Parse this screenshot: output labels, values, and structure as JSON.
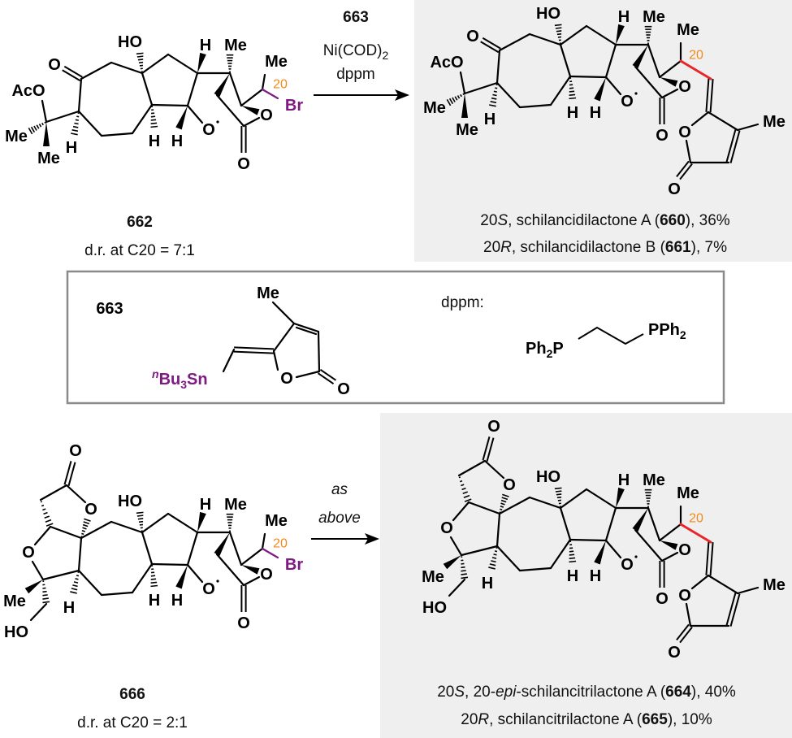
{
  "colors": {
    "panel": "#efefef",
    "bromine": "#7e1a84",
    "tin": "#7e1a84",
    "c20_label": "#f28a1a",
    "new_bond": "#e8262a",
    "box_border": "#8a8a8a"
  },
  "reaction1": {
    "compound": "663",
    "catalyst_main": "Ni(COD)",
    "catalyst_sub": "2",
    "ligand": "dppm"
  },
  "reaction2": {
    "line1": "as",
    "line2": "above"
  },
  "core_atoms": [
    "HO",
    "H",
    "H",
    "H",
    "Me",
    "O",
    "O",
    "O"
  ],
  "molecules": {
    "m662": {
      "left_atoms": [
        "O",
        "AcO",
        "Me",
        "Me",
        "H"
      ],
      "side_atoms": [
        "Me",
        "20",
        "Br"
      ],
      "label": "662",
      "note": "d.r. at C20 = 7:1"
    },
    "m660": {
      "left_atoms": [
        "O",
        "AcO",
        "Me",
        "Me",
        "H"
      ],
      "side_atoms": [
        "Me",
        "20",
        "O",
        "O",
        "Me"
      ]
    },
    "m666": {
      "left_atoms": [
        "O",
        "O",
        "O",
        "Me",
        "HO",
        "H"
      ],
      "side_atoms": [
        "Me",
        "20",
        "Br"
      ],
      "label": "666",
      "note": "d.r. at C20 = 2:1"
    },
    "m664": {
      "left_atoms": [
        "O",
        "O",
        "O",
        "Me",
        "HO",
        "H"
      ],
      "side_atoms": [
        "Me",
        "20",
        "O",
        "O",
        "Me"
      ]
    }
  },
  "captions": {
    "top": {
      "line1": [
        "20",
        "S",
        ", schilancidilactone A (",
        "660",
        "), 36%"
      ],
      "line2": [
        "20",
        "R",
        ", schilancidilactone B (",
        "661",
        "), 7%"
      ]
    },
    "bottom": {
      "line1": [
        "20",
        "S",
        ", 20-",
        "epi",
        "-schilancitrilactone A (",
        "664",
        "), 40%"
      ],
      "line2": [
        "20",
        "R",
        ", schilancitrilactone A (",
        "665",
        "), 10%"
      ]
    }
  },
  "legend": {
    "stannane": {
      "label": "663",
      "me": "Me",
      "tin_prefix": "n",
      "tin_main": "Bu",
      "tin_sub": "3",
      "tin_tail": "Sn",
      "o_ring": "O",
      "o_carbonyl": "O"
    },
    "dppm": {
      "label": "dppm:",
      "left_main": "Ph",
      "left_sub": "2",
      "left_tail": "P",
      "right_main": "PPh",
      "right_sub": "2"
    }
  }
}
